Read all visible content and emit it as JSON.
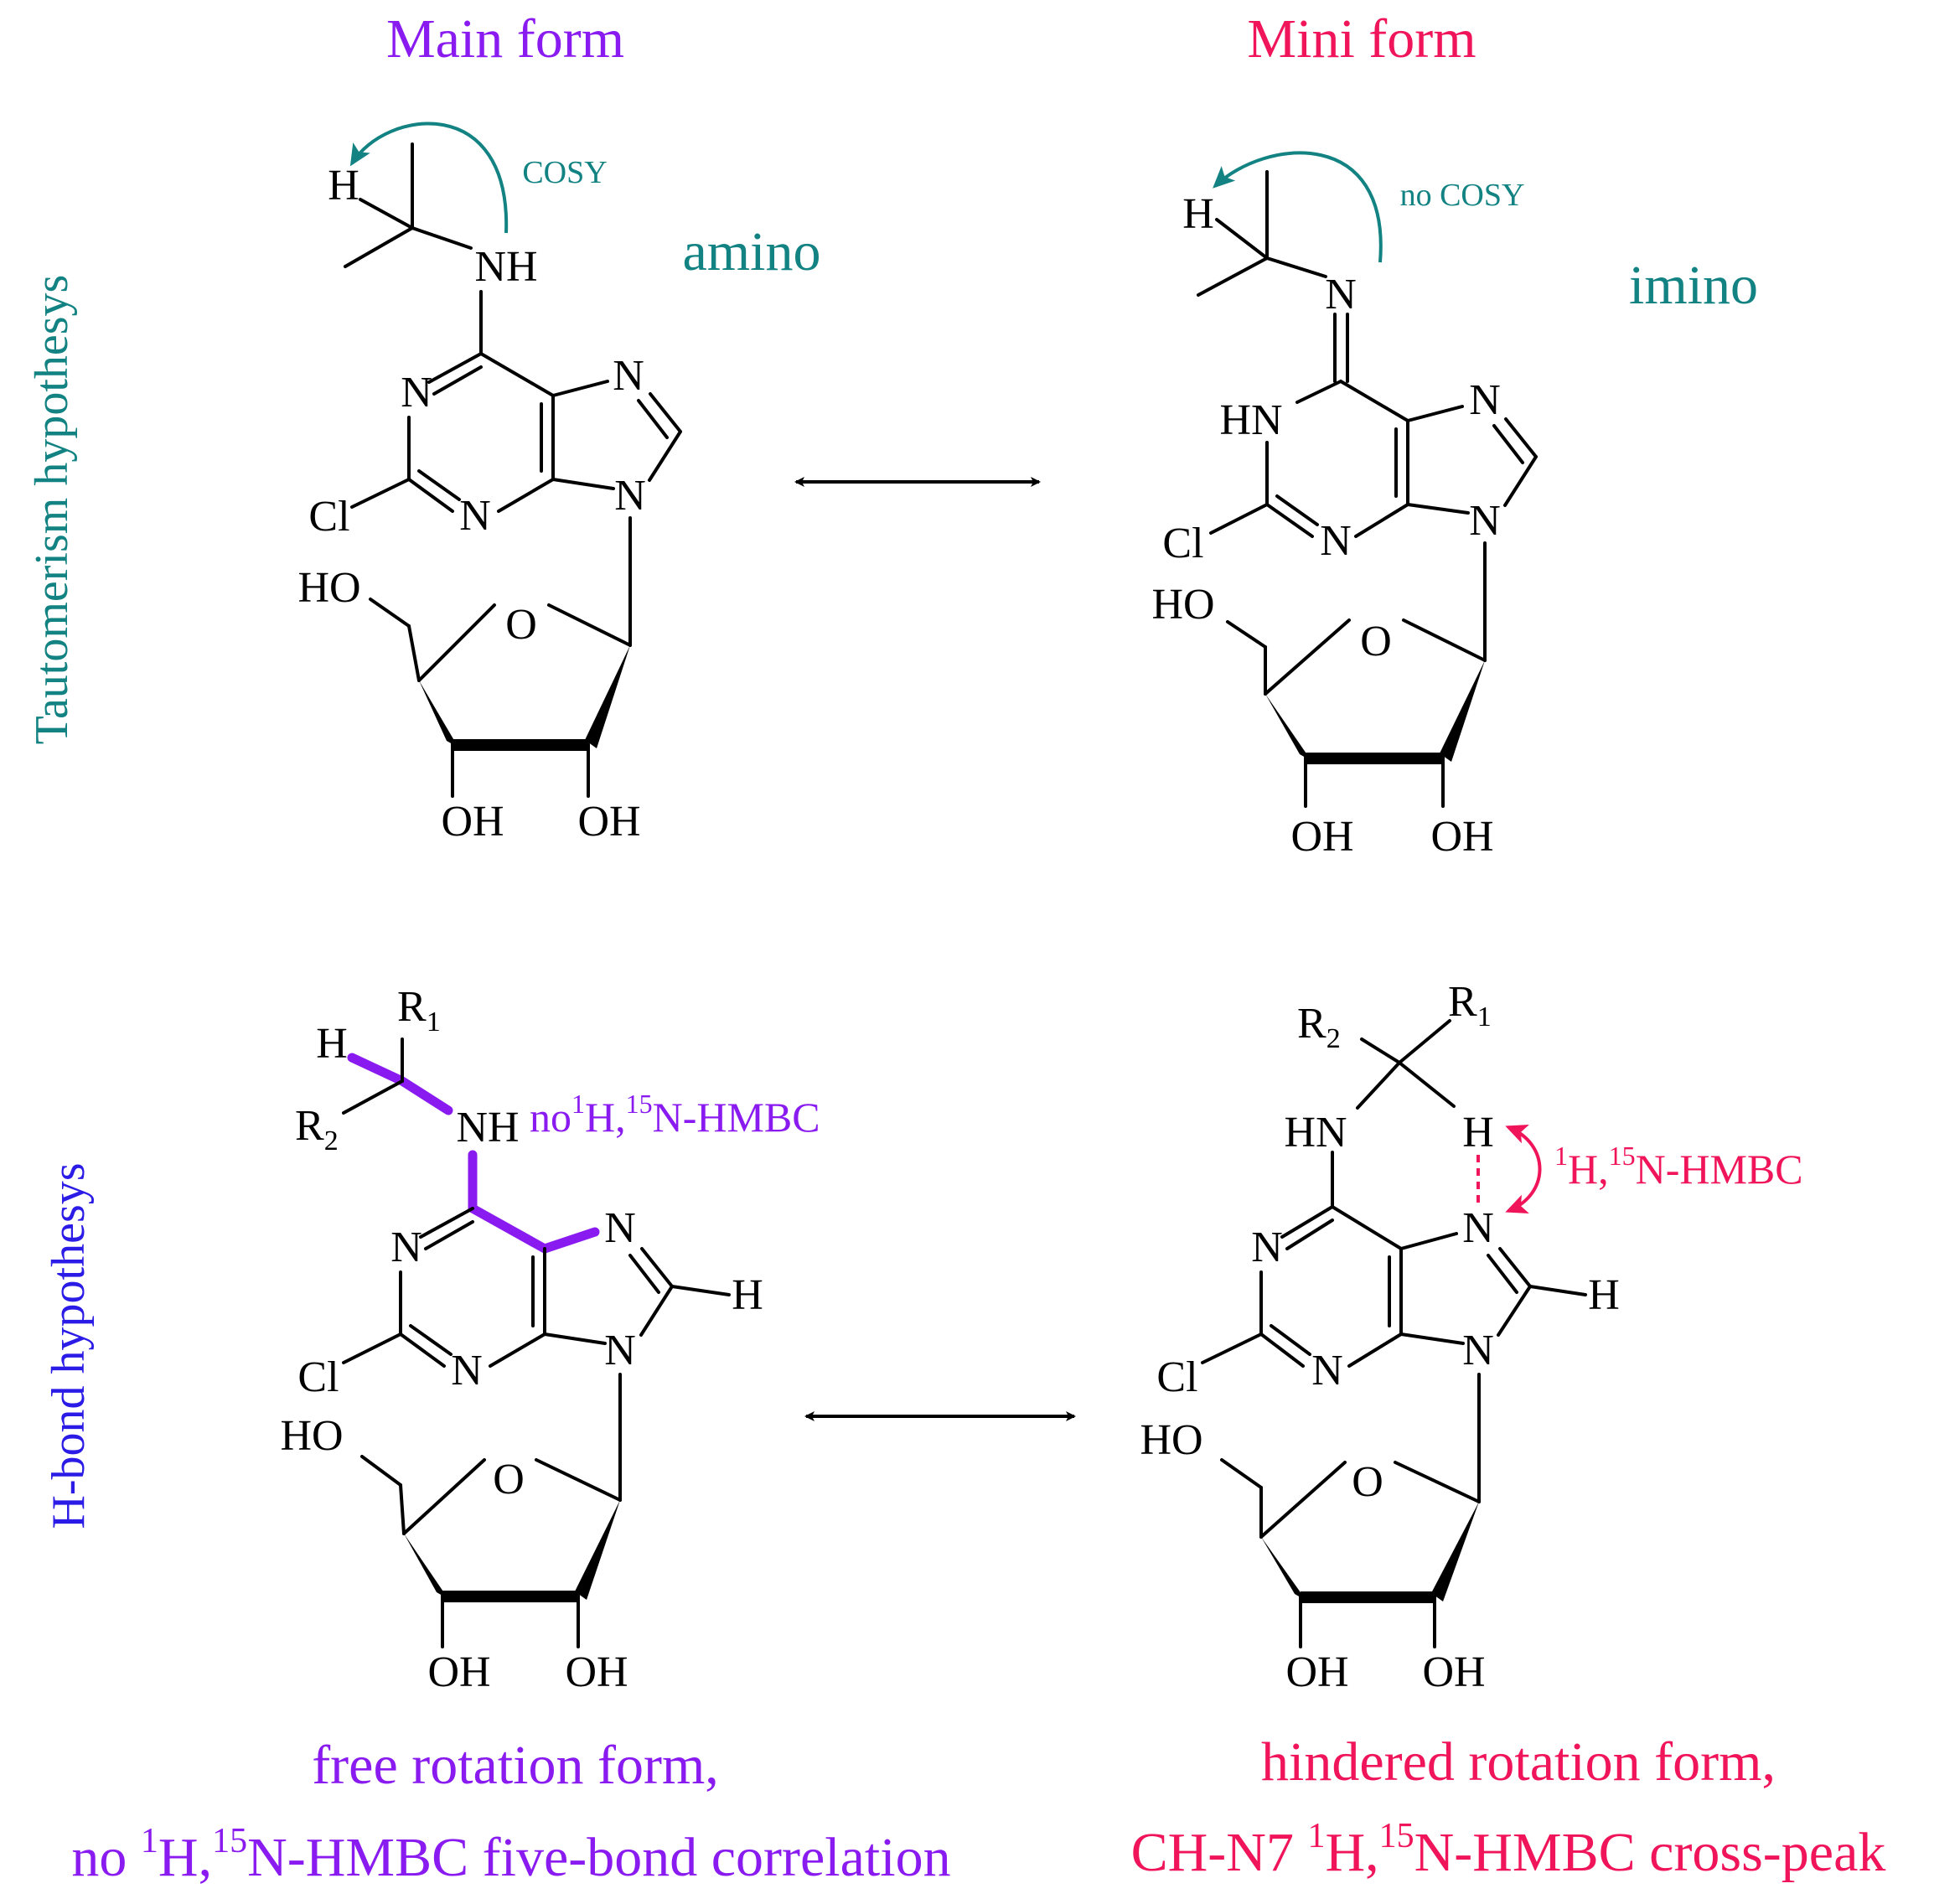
{
  "colors": {
    "main": "#8A1BF0",
    "mini": "#F0145A",
    "teal": "#128282",
    "hbond": "#2B1BE6",
    "black": "#000000"
  },
  "headers": {
    "main_form": "Main form",
    "mini_form": "Mini form"
  },
  "side_labels": {
    "tautomerism": "Tautomerism hypothesys",
    "hbond": "H-bond hypothesys"
  },
  "labels": {
    "amino": "amino",
    "imino": "imino",
    "cosy": "COSY",
    "no_cosy": "no COSY"
  },
  "hmbc": {
    "main_prefix": "no",
    "mini_prefix": "",
    "sup1": "1",
    "h_comma": "H,",
    "sup15": "15",
    "rest": "N-HMBC"
  },
  "captions": {
    "free_line1": "free rotation form,",
    "free_line2_prefix": "no ",
    "free_line2_suffix": "N-HMBC five-bond correlation",
    "hindered_line1": "hindered rotation form,",
    "hindered_line2_prefix": "CH-N7 ",
    "hindered_line2_suffix": "N-HMBC cross-peak"
  },
  "atoms": {
    "H": "H",
    "NH": "NH",
    "HN": "HN",
    "N": "N",
    "Cl": "Cl",
    "HO": "HO",
    "O": "O",
    "OH": "OH",
    "R": "R",
    "sub1": "1",
    "sub2": "2"
  },
  "icons": [
    "double-arrow-icon",
    "curved-arrow-icon"
  ]
}
